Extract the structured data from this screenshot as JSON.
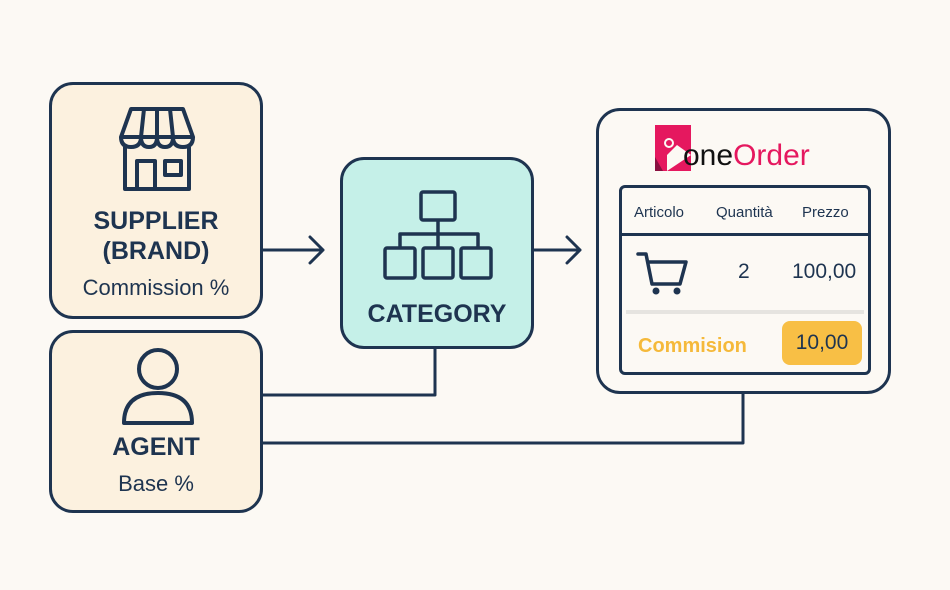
{
  "supplier": {
    "title_line1": "SUPPLIER",
    "title_line2": "(BRAND)",
    "subtitle": "Commission %"
  },
  "agent": {
    "title": "AGENT",
    "subtitle": "Base %"
  },
  "category": {
    "title": "CATEGORY"
  },
  "order": {
    "logo_part1": "one",
    "logo_part2": "Order",
    "columns": [
      "Articolo",
      "Quantità",
      "Prezzo"
    ],
    "row": {
      "quantity": "2",
      "price": "100,00"
    },
    "commission_label": "Commision",
    "commission_value": "10,00"
  },
  "colors": {
    "brand": "#e5185f",
    "stroke": "#1e3450",
    "commission": "#f8bf45"
  }
}
